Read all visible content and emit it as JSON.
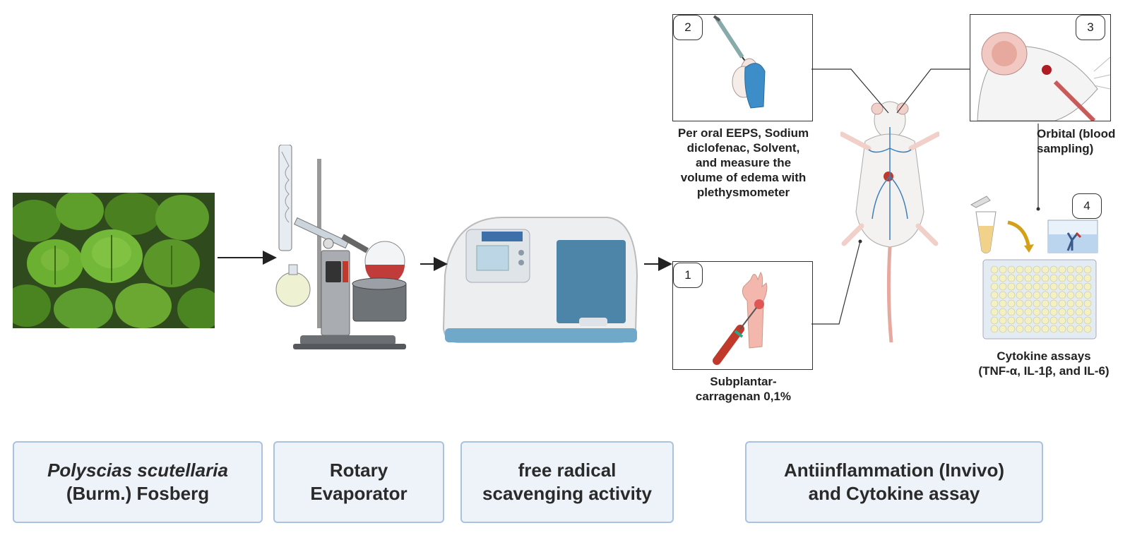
{
  "steps": [
    {
      "number": "1",
      "caption_lines": [
        "Subplantar-",
        "carragenan 0,1%"
      ]
    },
    {
      "number": "2",
      "caption_lines": [
        "Per oral EEPS, Sodium",
        "diclofenac, Solvent,",
        "and  measure the",
        "volume of edema with",
        "plethysmometer"
      ]
    },
    {
      "number": "3",
      "caption_lines": [
        "Orbital (blood",
        "sampling)"
      ]
    },
    {
      "number": "4",
      "caption_lines": [
        "Cytokine assays",
        "(TNF-α, IL-1β, and IL-6)"
      ]
    }
  ],
  "boxes": [
    {
      "italic": "Polyscias scutellaria",
      "line2": "(Burm.) Fosberg"
    },
    {
      "line1": "Rotary",
      "line2": "Evaporator"
    },
    {
      "line1": "free radical",
      "line2": "scavenging activity"
    },
    {
      "line1": "Antiinflammation (Invivo)",
      "line2": "and Cytokine assay"
    }
  ],
  "icons": [
    "plant-leaves",
    "rotary-evaporator",
    "spectrophotometer",
    "syringe-oral-dose",
    "paw-injection",
    "mouse-orbital-sampling",
    "mouse-dorsal-view",
    "tube-and-antibody",
    "96-well-plate"
  ]
}
